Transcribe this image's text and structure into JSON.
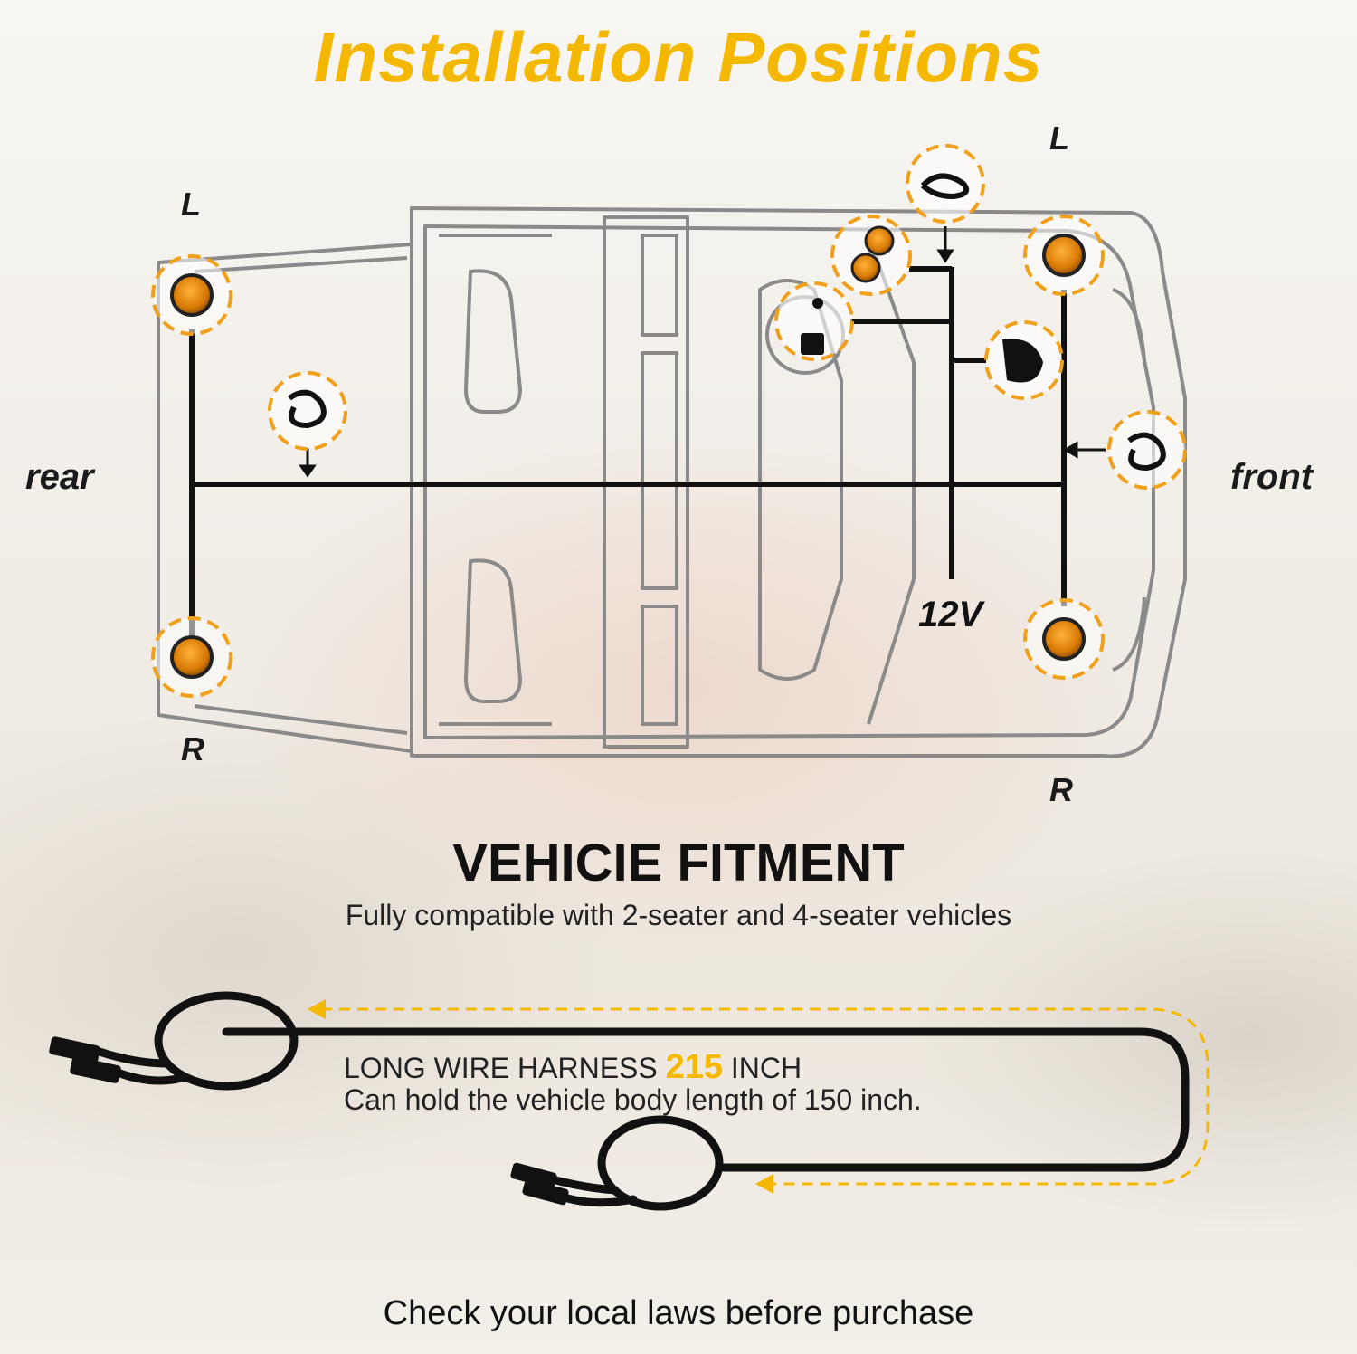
{
  "title": "Installation Positions",
  "diagram": {
    "rear_label": "rear",
    "front_label": "front",
    "rear_left_label": "L",
    "rear_right_label": "R",
    "front_left_label": "L",
    "front_right_label": "R",
    "voltage_label": "12V"
  },
  "fitment": {
    "heading": "VEHICIE FITMENT",
    "subtitle": "Fully compatible with 2-seater and 4-seater vehicles"
  },
  "harness": {
    "line1_prefix": "LONG WIRE HARNESS ",
    "length_value": "215",
    "line1_suffix": " INCH",
    "line2": "Can hold the vehicle body length of 150 inch."
  },
  "footer": "Check your local laws before purchase",
  "colors": {
    "accent": "#f5b800",
    "amber_light": "#d97a06",
    "wire": "#111111",
    "outline": "#7a7a7a"
  },
  "icons": [
    "amber-marker-light-icon",
    "wiring-harness-icon",
    "switch-icon",
    "horn-icon",
    "arrow-icon"
  ]
}
